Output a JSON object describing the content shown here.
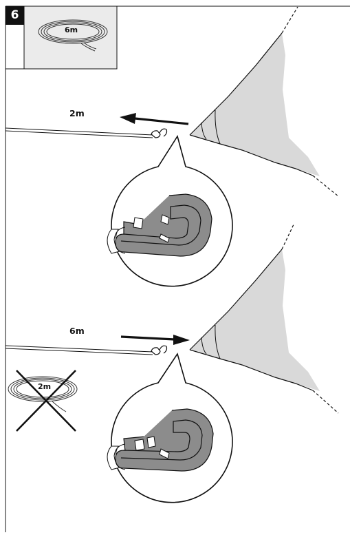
{
  "step": {
    "number": "6"
  },
  "rope_box": {
    "length_label": "6m"
  },
  "top_panel": {
    "distance_label": "2m",
    "arrow_direction": "left"
  },
  "bottom_panel": {
    "distance_label": "6m",
    "arrow_direction": "right"
  },
  "crossed_out_coil": {
    "length_label": "2m"
  },
  "colors": {
    "line": "#111111",
    "sail_shade": "#d9d9d9",
    "rope_box_fill": "#ebebeb",
    "carabiner_fill": "#8c8c8c"
  }
}
